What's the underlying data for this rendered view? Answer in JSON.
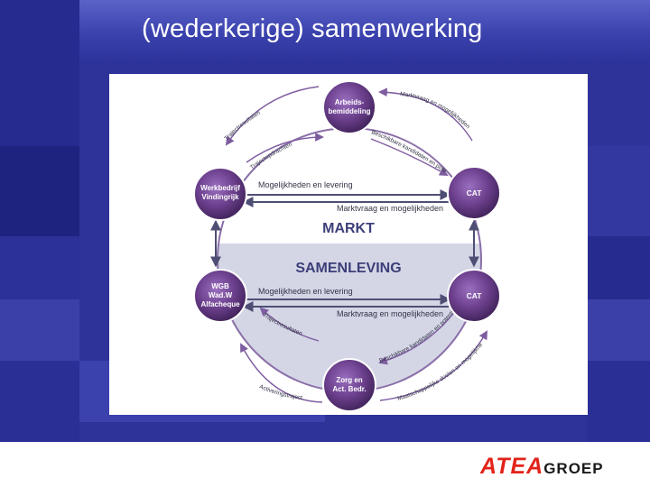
{
  "slide": {
    "title": "(wederkerige) samenwerking",
    "colors": {
      "background": "#2a2f96",
      "title_bar": "#3a41ad",
      "node": "#6b3f8c",
      "ring": "#8a6fa8",
      "lower_band": "#d4d6e6"
    }
  },
  "diagram": {
    "zones": {
      "upper": "MARKT",
      "lower": "SAMENLEVING"
    },
    "nodes": {
      "top": [
        "Arbeids-",
        "bemiddeling"
      ],
      "upper_left": [
        "Werkbedrijf",
        "Vindingrijk"
      ],
      "upper_right": [
        "CAT"
      ],
      "lower_left": [
        "WGB",
        "Wad.W",
        "Alfacheque"
      ],
      "lower_right": [
        "CAT"
      ],
      "bottom": [
        "Zorg en",
        "Act. Bedr."
      ]
    },
    "flows": {
      "upper_left_to_right": "Mogelijkheden en levering",
      "upper_right_to_left": "Marktvraag en mogelijkheden",
      "lower_left_to_right": "Mogelijkheden en levering",
      "lower_right_to_left": "Marktvraag en mogelijkheden",
      "arc_top_left_outer": "Trajectresultaten",
      "arc_top_left_inner": "Trajectopdrachten",
      "arc_top_right_outer": "Marktvraag en mogelijkheden",
      "arc_top_right_inner": "Beschikbare kandidaten en potentieel",
      "arc_bottom_left_outer": "Trajectresultaten",
      "arc_bottom_left_inner": "Activeringstraject",
      "arc_bottom_right_outer": "Beschikbare kandidaten en potentieel",
      "arc_bottom_right_inner": "Maatschappelijke doelen en mogelijkheden"
    }
  },
  "footer": {
    "logo_main": "ATEA",
    "logo_suffix": "GROEP"
  }
}
